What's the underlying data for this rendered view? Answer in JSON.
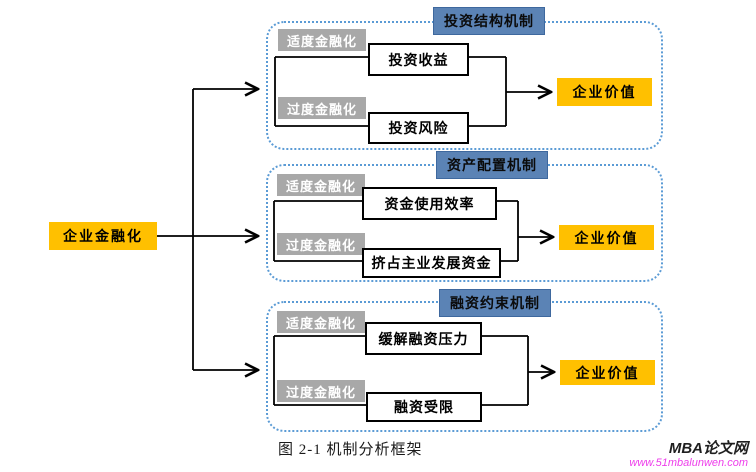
{
  "colors": {
    "accent_orange": "#FFC000",
    "label_gray": "#A8A8A8",
    "tab_blue": "#5B83B5",
    "panel_border_blue": "#5B9BD5",
    "line_black": "#000000",
    "watermark_pink": "#EE3DEB"
  },
  "root_node": {
    "label": "企业金融化"
  },
  "panels": [
    {
      "title": "投资结构机制",
      "moderate_label": "适度金融化",
      "excessive_label": "过度金融化",
      "moderate_outcome": "投资收益",
      "excessive_outcome": "投资风险",
      "result": "企业价值"
    },
    {
      "title": "资产配置机制",
      "moderate_label": "适度金融化",
      "excessive_label": "过度金融化",
      "moderate_outcome": "资金使用效率",
      "excessive_outcome": "挤占主业发展资金",
      "result": "企业价值"
    },
    {
      "title": "融资约束机制",
      "moderate_label": "适度金融化",
      "excessive_label": "过度金融化",
      "moderate_outcome": "缓解融资压力",
      "excessive_outcome": "融资受限",
      "result": "企业价值"
    }
  ],
  "caption": "图 2-1 机制分析框架",
  "watermark": {
    "site_name": "MBA论文网",
    "site_url": "www.51mbalunwen.com"
  }
}
